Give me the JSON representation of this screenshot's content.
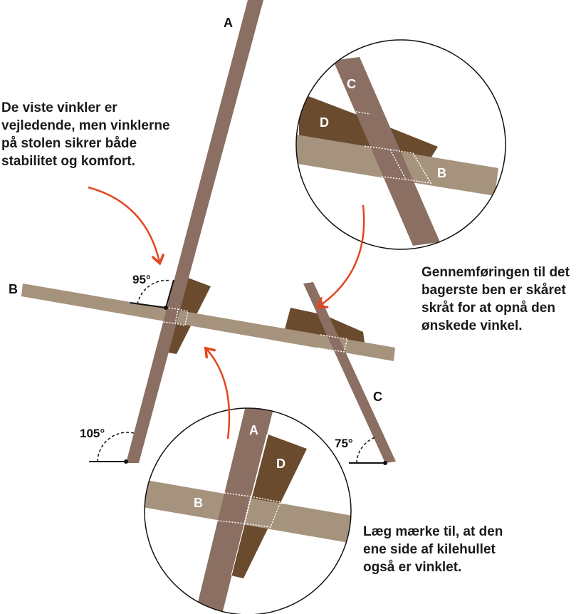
{
  "labels": {
    "a": "A",
    "b": "B",
    "c": "C",
    "d": "D"
  },
  "angles": {
    "front_top": "95°",
    "front_bottom": "105°",
    "rear_bottom": "75°"
  },
  "notes": {
    "left": [
      "De viste vinkler er",
      "vejledende, men vinklerne",
      "på stolen sikrer både",
      "stabilitet og komfort."
    ],
    "right": [
      "Gennemføringen til det",
      "bagerste ben er skåret",
      "skråt for at opnå den",
      "ønskede vinkel."
    ],
    "bottom": [
      "Læg mærke til, at den",
      "ene side af kilehullet",
      "også er vinklet."
    ]
  },
  "colors": {
    "leg": "#8b6f62",
    "seat": "#a6937e",
    "wedge": "#6a4b2e",
    "arrow": "#e4461f",
    "line": "#111111"
  }
}
